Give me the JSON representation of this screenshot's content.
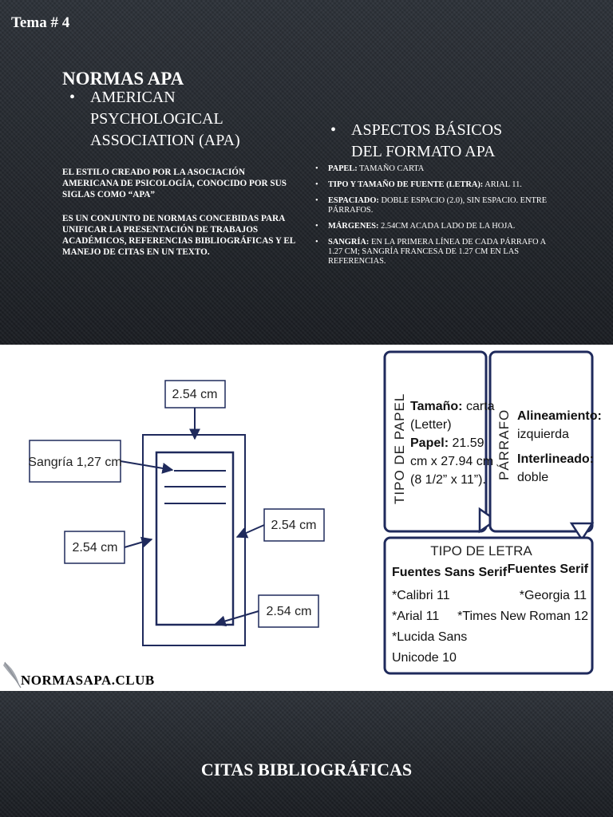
{
  "header": {
    "tema": "Tema # 4"
  },
  "left": {
    "title": "NORMAS APA",
    "bullet_lines": [
      "AMERICAN",
      "PSYCHOLOGICAL",
      "ASSOCIATION (APA)"
    ],
    "para1": "EL ESTILO CREADO POR LA ASOCIACIÓN AMERICANA  DE PSICOLOGÍA, CONOCIDO POR SUS SIGLAS COMO “APA”",
    "para2": "ES UN CONJUNTO DE NORMAS CONCEBIDAS PARA UNIFICAR LA PRESENTACIÓN DE TRABAJOS ACADÉMICOS, REFERENCIAS BIBLIOGRÁFICAS Y EL MANEJO DE CITAS EN UN TEXTO."
  },
  "right": {
    "heading_lines": [
      "ASPECTOS BÁSICOS",
      "DEL FORMATO APA"
    ],
    "items": [
      {
        "label": "PAPEL:",
        "text": "TAMAÑO CARTA"
      },
      {
        "label": "TIPO Y TAMAÑO DE FUENTE (LETRA):",
        "text": "ARIAL 11."
      },
      {
        "label": "ESPACIADO:",
        "text": "DOBLE ESPACIO (2.0), SIN ESPACIO. ENTRE PÁRRAFOS."
      },
      {
        "label": "MÁRGENES:",
        "text": "2.54CM ACADA LADO DE LA HOJA."
      },
      {
        "label": "SANGRÍA:",
        "text": "EN LA PRIMERA LÍNEA DE CADA PÁRRAFO A 1.27 CM; SANGRÍA FRANCESA DE 1.27 CM EN LAS REFERENCIAS."
      }
    ]
  },
  "diagram": {
    "top_margin": "2.54 cm",
    "sangria": "Sangría 1,27 cm",
    "right_margin": "2.54 cm",
    "left_margin": "2.54 cm",
    "bottom_margin": "2.54 cm",
    "logo": "NORMASAPA.CLUB"
  },
  "info": {
    "papel_title": "TIPO DE PAPEL",
    "papel_l1_b": "Tamaño:",
    "papel_l1": "carta",
    "papel_l2": "(Letter)",
    "papel_l3_b": "Papel:",
    "papel_l3": "21.59",
    "papel_l4": "cm x 27.94 cm",
    "papel_l5": "(8 1/2” x 11”).",
    "parrafo_title": "PÁRRAFO",
    "alineamiento_label": "Alineamiento:",
    "alineamiento_value": "izquierda",
    "interlineado_label": "Interlineado:",
    "interlineado_value": "doble",
    "letra_title": "TIPO DE LETRA",
    "sans_header": "Fuentes Sans Serif",
    "serif_header": "Fuentes Serif",
    "sans_items": [
      "*Calibri 11",
      "*Arial 11",
      "*Lucida Sans",
      "Unicode 10"
    ],
    "serif_items": [
      "*Georgia 11",
      "*Times New Roman 12"
    ]
  },
  "footer": {
    "title": "CITAS BIBLIOGRÁFICAS"
  }
}
